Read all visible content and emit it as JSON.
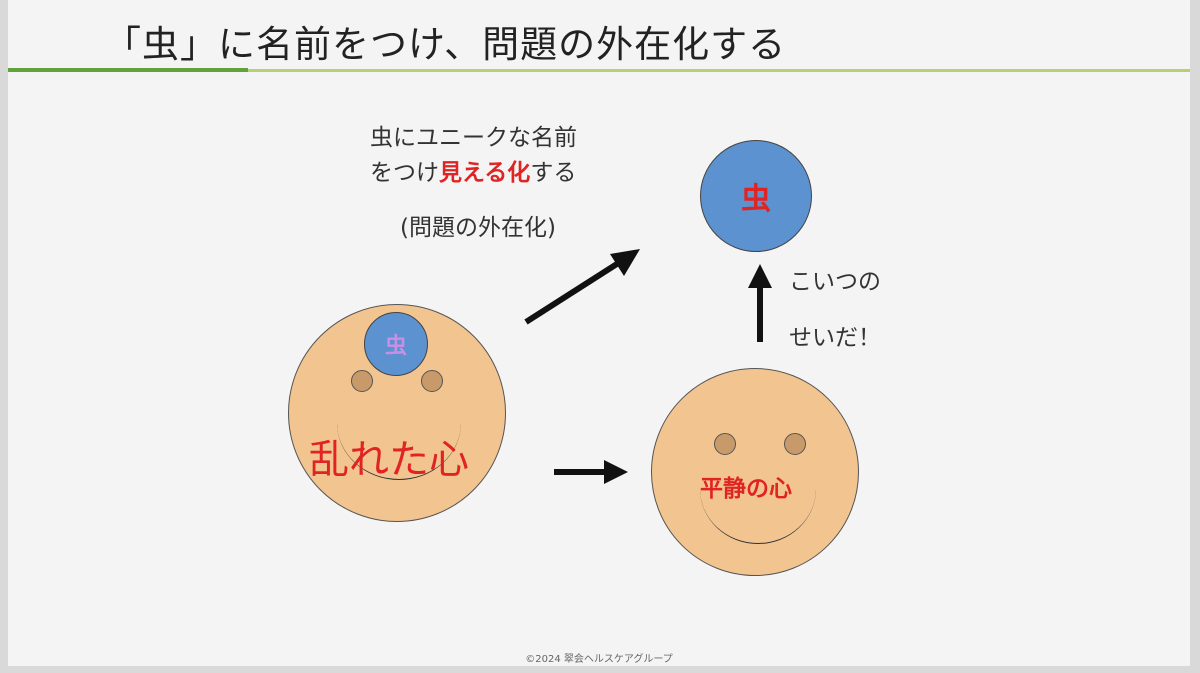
{
  "slide": {
    "title": "「虫」に名前をつけ、問題の外在化する",
    "caption_line1": "虫にユニークな名前",
    "caption_line2_pre": "をつけ",
    "caption_line2_highlight": "見える化",
    "caption_line2_post": "する",
    "caption_line3": "(問題の外在化)",
    "bug_label": "虫",
    "small_bug_label": "虫",
    "speech_line1": "こいつの",
    "speech_line2": "せいだ！",
    "troubled_heart_label": "乱れた心",
    "calm_heart_label": "平静の心",
    "footer": "©2024 翠会ヘルスケアグループ"
  },
  "colors": {
    "face_fill": "#f2c490",
    "bug_fill": "#5b92cf",
    "highlight_red": "#e02424",
    "title_rule_green": "#5fa33a",
    "title_rule_light_green": "#b9cf73"
  }
}
